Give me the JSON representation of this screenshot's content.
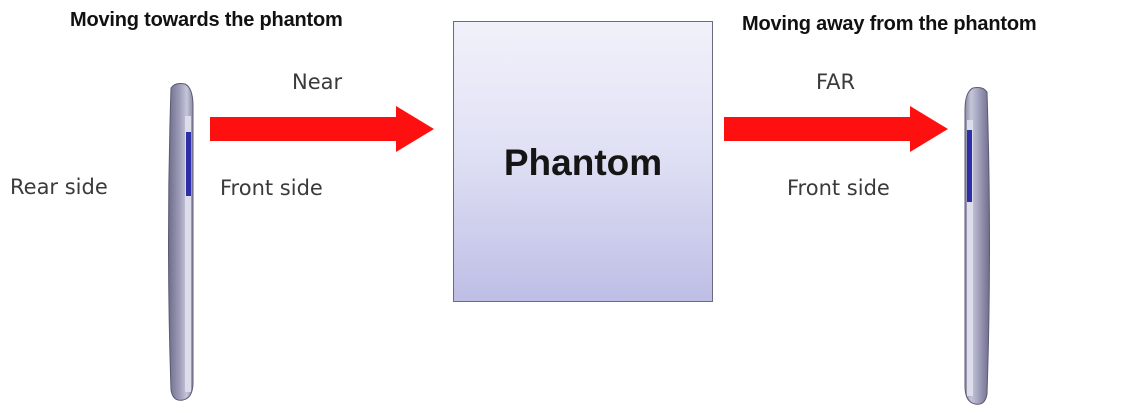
{
  "headings": {
    "left": "Moving towards the phantom",
    "right": "Moving away from the phantom"
  },
  "labels": {
    "near": "Near",
    "far": "FAR",
    "rear_side": "Rear  side",
    "front_side_left": "Front  side",
    "front_side_right": "Front  side"
  },
  "phantom": {
    "label": "Phantom"
  },
  "colors": {
    "arrow": "#ff1010",
    "phone_body": "#8c8ca8",
    "phone_button": "#2e2ea8",
    "phantom_fill_top": "#f1f1fb",
    "phantom_fill_bottom": "#bebee6"
  }
}
